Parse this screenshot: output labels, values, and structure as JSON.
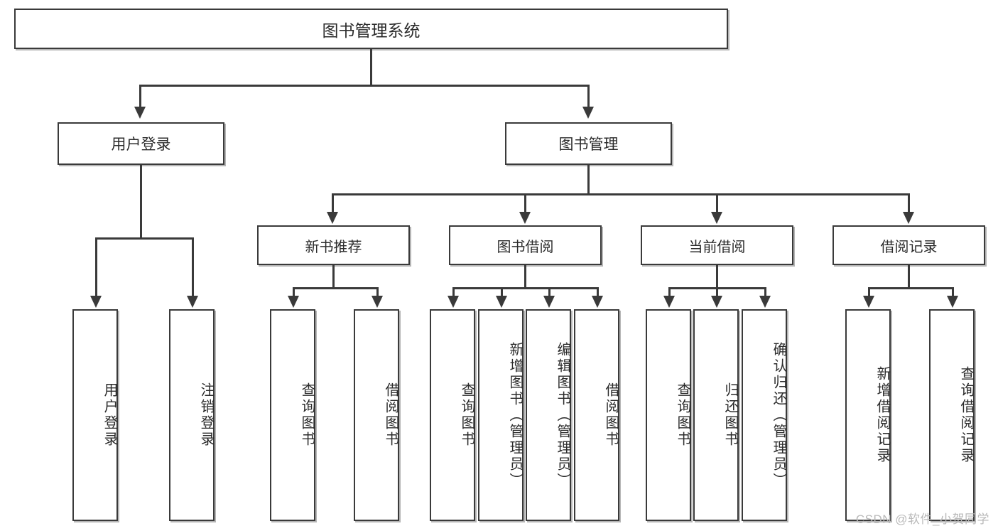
{
  "diagram": {
    "title": "图书管理系统",
    "type": "tree",
    "watermark": "CSDN @软件_小贺同学"
  },
  "root": {
    "label": "图书管理系统"
  },
  "level2": [
    {
      "label": "用户登录"
    },
    {
      "label": "图书管理"
    }
  ],
  "level3": [
    {
      "label": "新书推荐"
    },
    {
      "label": "图书借阅"
    },
    {
      "label": "当前借阅"
    },
    {
      "label": "借阅记录"
    }
  ],
  "leaves": {
    "user_login": [
      {
        "label": "用户登录"
      },
      {
        "label": "注销登录"
      }
    ],
    "new_book": [
      {
        "label": "查询图书"
      },
      {
        "label": "借阅图书"
      }
    ],
    "book_borrow": [
      {
        "label": "查询图书"
      },
      {
        "label": "新增图书（管理员）"
      },
      {
        "label": "编辑图书（管理员）"
      },
      {
        "label": "借阅图书"
      }
    ],
    "current_borrow": [
      {
        "label": "查询图书"
      },
      {
        "label": "归还图书"
      },
      {
        "label": "确认归还（管理员）"
      }
    ],
    "borrow_record": [
      {
        "label": "新增借阅记录"
      },
      {
        "label": "查询借阅记录"
      }
    ]
  },
  "colors": {
    "stroke": "#3a3a3a",
    "fill": "#ffffff",
    "text": "#2b2b2b",
    "watermark": "#b9b9b9"
  }
}
